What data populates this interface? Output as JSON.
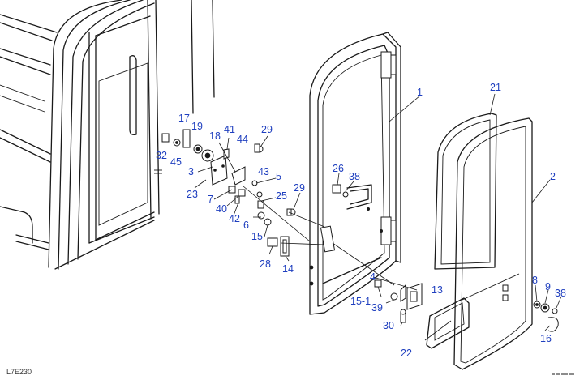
{
  "drawing_code": "L7E230",
  "corner_mark": "",
  "callouts": [
    {
      "id": "c1",
      "label": "1"
    },
    {
      "id": "c2",
      "label": "2"
    },
    {
      "id": "c3",
      "label": "3"
    },
    {
      "id": "c4",
      "label": "4"
    },
    {
      "id": "c5",
      "label": "5"
    },
    {
      "id": "c6",
      "label": "6"
    },
    {
      "id": "c7",
      "label": "7"
    },
    {
      "id": "c8",
      "label": "8"
    },
    {
      "id": "c9",
      "label": "9"
    },
    {
      "id": "c13",
      "label": "13"
    },
    {
      "id": "c14",
      "label": "14"
    },
    {
      "id": "c15",
      "label": "15"
    },
    {
      "id": "c15_1",
      "label": "15-1"
    },
    {
      "id": "c16",
      "label": "16"
    },
    {
      "id": "c17",
      "label": "17"
    },
    {
      "id": "c18",
      "label": "18"
    },
    {
      "id": "c19",
      "label": "19"
    },
    {
      "id": "c21",
      "label": "21"
    },
    {
      "id": "c22",
      "label": "22"
    },
    {
      "id": "c23",
      "label": "23"
    },
    {
      "id": "c26",
      "label": "26"
    },
    {
      "id": "c28",
      "label": "28"
    },
    {
      "id": "c29a",
      "label": "29"
    },
    {
      "id": "c29b",
      "label": "29"
    },
    {
      "id": "c30",
      "label": "30"
    },
    {
      "id": "c32",
      "label": "32"
    },
    {
      "id": "c38a",
      "label": "38"
    },
    {
      "id": "c38b",
      "label": "38"
    },
    {
      "id": "c39",
      "label": "39"
    },
    {
      "id": "c40",
      "label": "40"
    },
    {
      "id": "c41",
      "label": "41"
    },
    {
      "id": "c42",
      "label": "42"
    },
    {
      "id": "c43",
      "label": "43"
    },
    {
      "id": "c44",
      "label": "44"
    },
    {
      "id": "c45",
      "label": "45"
    },
    {
      "id": "c25",
      "label": "25"
    }
  ],
  "colors": {
    "callout": "#1f3fbf",
    "line": "#1a1a1a"
  }
}
